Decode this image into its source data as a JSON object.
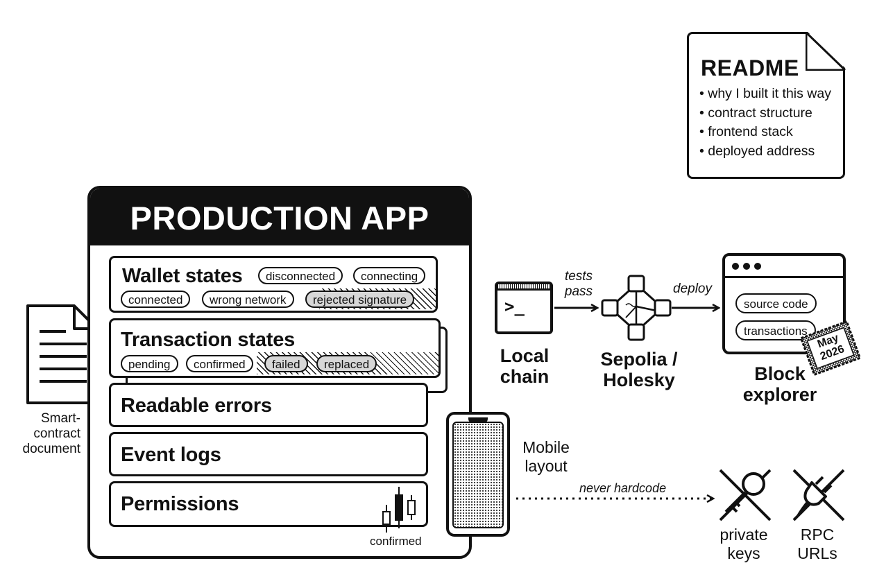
{
  "readme": {
    "title": "README",
    "items": [
      "why I built it this way",
      "contract structure",
      "frontend stack",
      "deployed address"
    ]
  },
  "app": {
    "title": "PRODUCTION APP",
    "wallet": {
      "title": "Wallet states",
      "pills": [
        "disconnected",
        "connecting",
        "connected",
        "wrong network",
        "rejected signature"
      ]
    },
    "transaction": {
      "title": "Transaction states",
      "pills": [
        "pending",
        "confirmed",
        "failed",
        "replaced"
      ]
    },
    "errors_title": "Readable errors",
    "events_title": "Event logs",
    "permissions_title": "Permissions",
    "candle_label": "confirmed"
  },
  "document": {
    "label_lines": [
      "Smart-",
      "contract",
      "document"
    ]
  },
  "mobile": {
    "label_lines": [
      "Mobile",
      "layout"
    ]
  },
  "local_chain": {
    "label_lines": [
      "Local",
      "chain"
    ],
    "prompt": ">_"
  },
  "testnet": {
    "label_lines": [
      "Sepolia /",
      "Holesky"
    ]
  },
  "edges": {
    "tests_pass_lines": [
      "tests",
      "pass"
    ],
    "deploy": "deploy",
    "never_hardcode": "never hardcode"
  },
  "explorer": {
    "label_lines": [
      "Block",
      "explorer"
    ],
    "pills": [
      "source code",
      "transactions"
    ],
    "stamp_lines": [
      "May",
      "2026"
    ]
  },
  "secrets": {
    "keys_lines": [
      "private",
      "keys"
    ],
    "rpc_lines": [
      "RPC",
      "URLs"
    ]
  }
}
